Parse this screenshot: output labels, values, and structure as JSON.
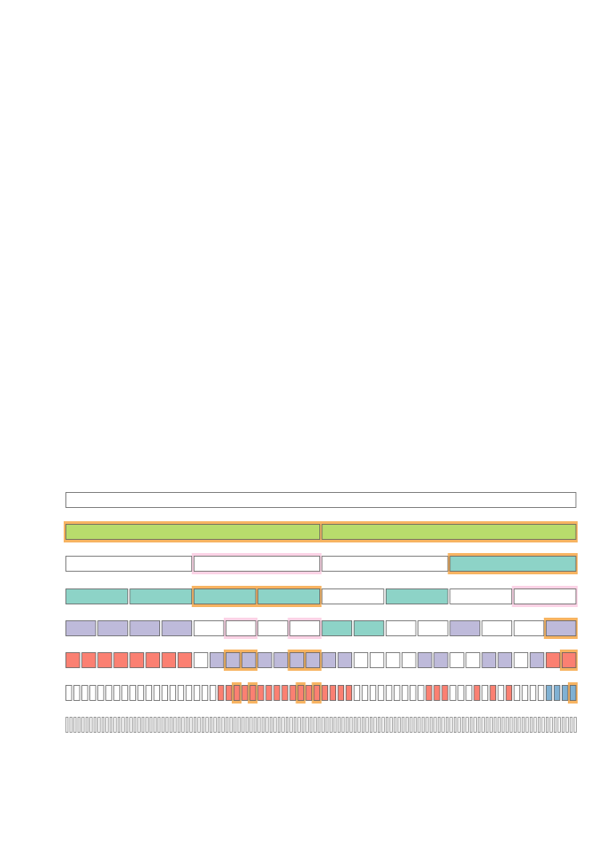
{
  "colors": {
    "background": "#ffffff",
    "cell_border": "#606060",
    "empty": "#ffffff",
    "green": "#b8dc6c",
    "teal": "#8dd3c7",
    "purple": "#bebada",
    "red": "#fb8072",
    "blue": "#80b1d3",
    "orange_highlight": "#f7b462",
    "pink_highlight": "#fcd3e6"
  },
  "levels": [
    {
      "cells": [
        "empty"
      ]
    },
    {
      "cells": [
        "green",
        "green"
      ],
      "highlights": [
        {
          "start": 0,
          "end": 1,
          "color": "orange_highlight"
        }
      ]
    },
    {
      "cells": [
        "empty",
        "empty",
        "empty",
        "teal"
      ],
      "highlights": [
        {
          "start": 1,
          "end": 1,
          "color": "pink_highlight"
        },
        {
          "start": 3,
          "end": 3,
          "color": "orange_highlight"
        }
      ]
    },
    {
      "cells": [
        "teal",
        "teal",
        "teal",
        "teal",
        "empty",
        "teal",
        "empty",
        "empty"
      ],
      "highlights": [
        {
          "start": 2,
          "end": 3,
          "color": "orange_highlight"
        },
        {
          "start": 7,
          "end": 7,
          "color": "pink_highlight"
        }
      ]
    },
    {
      "cells": [
        "purple",
        "purple",
        "purple",
        "purple",
        "empty",
        "empty",
        "empty",
        "empty",
        "teal",
        "teal",
        "empty",
        "empty",
        "purple",
        "empty",
        "empty",
        "purple"
      ],
      "highlights": [
        {
          "start": 5,
          "end": 5,
          "color": "pink_highlight"
        },
        {
          "start": 7,
          "end": 7,
          "color": "pink_highlight"
        },
        {
          "start": 15,
          "end": 15,
          "color": "orange_highlight"
        }
      ]
    },
    {
      "cells": [
        "red",
        "red",
        "red",
        "red",
        "red",
        "red",
        "red",
        "red",
        "empty",
        "purple",
        "purple",
        "purple",
        "purple",
        "purple",
        "purple",
        "purple",
        "purple",
        "purple",
        "empty",
        "empty",
        "empty",
        "empty",
        "purple",
        "purple",
        "empty",
        "empty",
        "purple",
        "purple",
        "empty",
        "purple",
        "red",
        "red"
      ],
      "highlights": [
        {
          "start": 10,
          "end": 11,
          "color": "orange_highlight"
        },
        {
          "start": 14,
          "end": 15,
          "color": "orange_highlight"
        },
        {
          "start": 31,
          "end": 31,
          "color": "orange_highlight"
        }
      ]
    },
    {
      "cells": [
        "empty",
        "empty",
        "empty",
        "empty",
        "empty",
        "empty",
        "empty",
        "empty",
        "empty",
        "empty",
        "empty",
        "empty",
        "empty",
        "empty",
        "empty",
        "empty",
        "empty",
        "empty",
        "empty",
        "red",
        "red",
        "red",
        "red",
        "red",
        "red",
        "red",
        "red",
        "red",
        "red",
        "red",
        "red",
        "red",
        "red",
        "red",
        "red",
        "red",
        "empty",
        "empty",
        "empty",
        "empty",
        "empty",
        "empty",
        "empty",
        "empty",
        "empty",
        "red",
        "red",
        "red",
        "empty",
        "empty",
        "empty",
        "red",
        "empty",
        "red",
        "empty",
        "red",
        "empty",
        "empty",
        "empty",
        "empty",
        "blue",
        "blue",
        "blue",
        "blue"
      ],
      "highlights": [
        {
          "start": 21,
          "end": 21,
          "color": "orange_highlight"
        },
        {
          "start": 23,
          "end": 23,
          "color": "orange_highlight"
        },
        {
          "start": 29,
          "end": 29,
          "color": "orange_highlight"
        },
        {
          "start": 31,
          "end": 31,
          "color": "orange_highlight"
        },
        {
          "start": 63,
          "end": 63,
          "color": "orange_highlight"
        }
      ]
    },
    {
      "cells_count": 128,
      "fill": "empty"
    }
  ]
}
